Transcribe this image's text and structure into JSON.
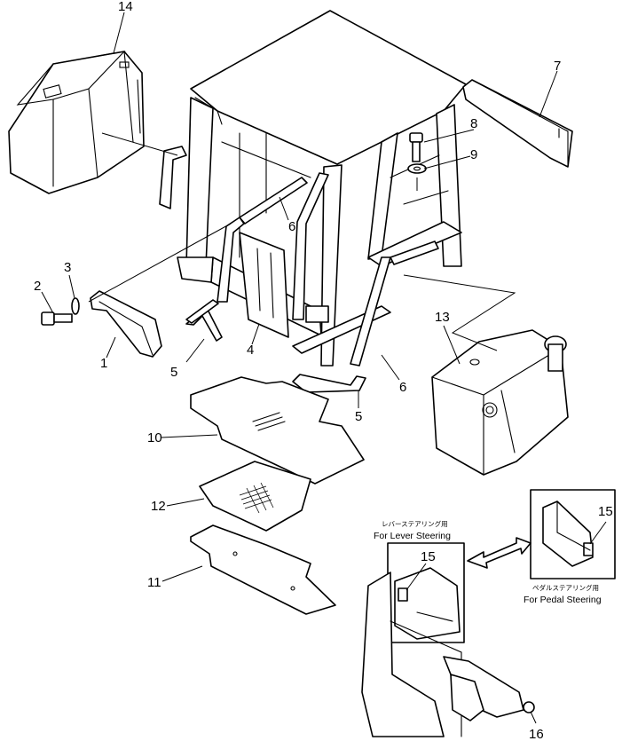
{
  "callouts": {
    "c1": "1",
    "c2": "2",
    "c3": "3",
    "c4": "4",
    "c5a": "5",
    "c5b": "5",
    "c6a": "6",
    "c6b": "6",
    "c7": "7",
    "c8": "8",
    "c9": "9",
    "c10": "10",
    "c11": "11",
    "c12": "12",
    "c13": "13",
    "c14": "14",
    "c15a": "15",
    "c15b": "15",
    "c16": "16"
  },
  "captions": {
    "lever_jp": "レバーステアリング用",
    "lever_en": "For Lever Steering",
    "pedal_jp": "ペダルステアリング用",
    "pedal_en": "For Pedal Steering"
  }
}
